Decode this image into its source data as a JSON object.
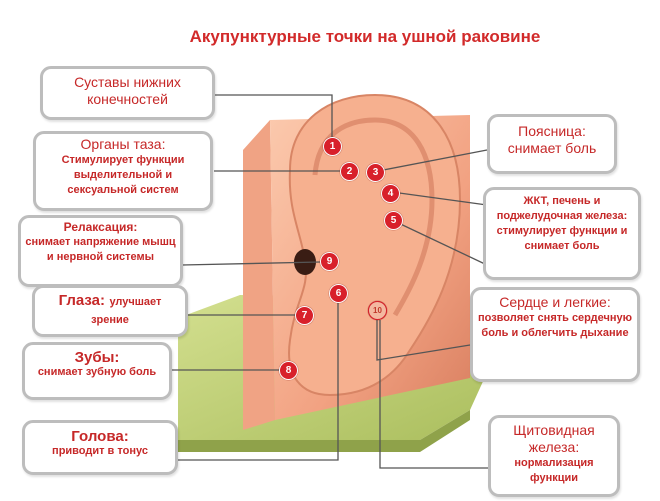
{
  "title": "Акупунктурные точки на ушной раковине",
  "labels": {
    "joints": {
      "title": "Суставы нижних конечностей"
    },
    "pelvis": {
      "title": "Органы таза:",
      "desc": "Стимулирует функции выделительной и сексуальной систем"
    },
    "relax": {
      "title": "Релаксация:",
      "desc": "снимает напряжение мышц и нервной системы"
    },
    "eyes": {
      "title": "Глаза:",
      "desc": "улучшает зрение"
    },
    "teeth": {
      "title": "Зубы:",
      "desc": "снимает зубную боль"
    },
    "head": {
      "title": "Голова:",
      "desc": "приводит в тонус"
    },
    "lumbar": {
      "title": "Поясница:",
      "desc": "снимает боль"
    },
    "gi": {
      "desc": "ЖКТ, печень и поджелудочная железа: стимулирует функции и снимает боль"
    },
    "heart": {
      "title": "Сердце и легкие:",
      "desc": "позволяет снять сердечную боль и облегчить дыхание"
    },
    "thyroid": {
      "title": "Щитовидная железа:",
      "desc": "нормализация функции"
    }
  },
  "points": [
    "1",
    "2",
    "3",
    "4",
    "5",
    "6",
    "7",
    "8",
    "9",
    "10"
  ],
  "colors": {
    "accent": "#d22a2a",
    "skin": "#f4a98a",
    "base": "#b5c86a"
  }
}
